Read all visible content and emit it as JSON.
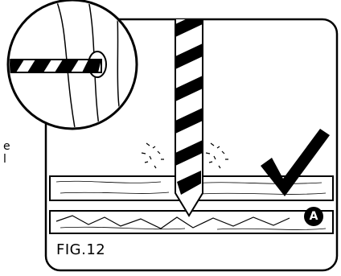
{
  "figure": {
    "label": "FIG.12",
    "marker": "A",
    "cropped_text_fragments": [
      "e",
      "l"
    ]
  },
  "colors": {
    "ink": "#000000",
    "wood": "#ffffff",
    "panel_background": "#ffffff"
  },
  "icons": {
    "check": "checkmark-icon",
    "bit": "drill-bit-icon",
    "inset": "magnifier-inset-icon"
  }
}
